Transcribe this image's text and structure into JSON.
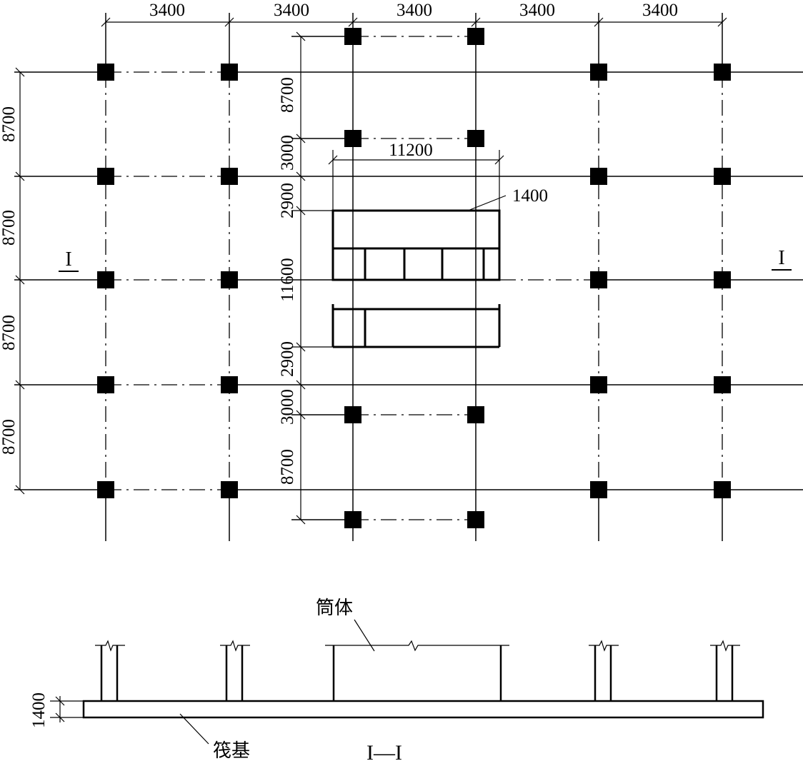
{
  "dims": {
    "top_spans": [
      "3400",
      "3400",
      "3400",
      "3400",
      "3400"
    ],
    "left_spans": [
      "8700",
      "8700",
      "8700",
      "8700"
    ],
    "core_spans": [
      "8700",
      "3000",
      "2900",
      "11600",
      "2900",
      "3000",
      "8700"
    ],
    "core_width": "11200",
    "wall_thickness": "1400",
    "raft_thickness": "1400"
  },
  "labels": {
    "section_mark_left": "I",
    "section_mark_right": "I",
    "core_tube": "筒体",
    "raft": "筏基",
    "section_title": "I—I"
  }
}
